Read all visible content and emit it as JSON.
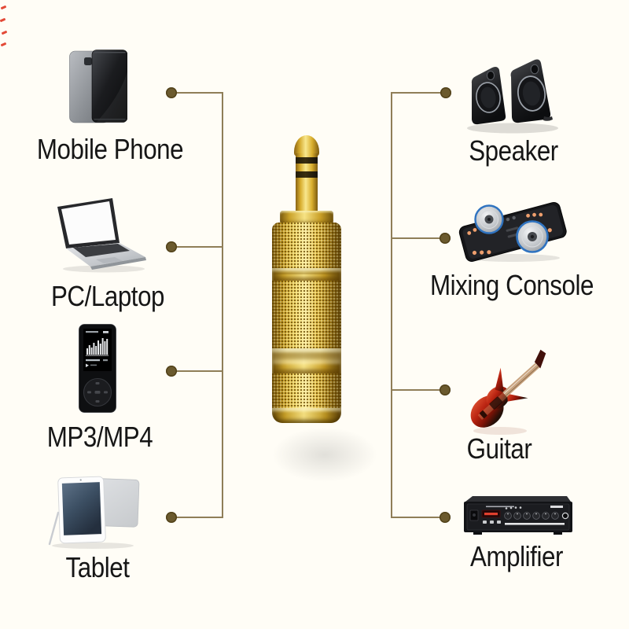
{
  "canvas": {
    "background": "#fffdf6"
  },
  "connectors": {
    "line_color": "#8f7e58",
    "node_color": "#6b5a2e"
  },
  "center_product": {
    "icon": "gold-audio-adapter"
  },
  "left_column": {
    "items": [
      {
        "label": "Mobile Phone",
        "icon": "mobile-phone-image"
      },
      {
        "label": "PC/Laptop",
        "icon": "laptop-image"
      },
      {
        "label": "MP3/MP4",
        "icon": "mp3-player-image"
      },
      {
        "label": "Tablet",
        "icon": "tablet-image"
      }
    ]
  },
  "right_column": {
    "items": [
      {
        "label": "Speaker",
        "icon": "speakers-image"
      },
      {
        "label": "Mixing Console",
        "icon": "mixing-console-image"
      },
      {
        "label": "Guitar",
        "icon": "guitar-image"
      },
      {
        "label": "Amplifier",
        "icon": "amplifier-image"
      }
    ]
  }
}
